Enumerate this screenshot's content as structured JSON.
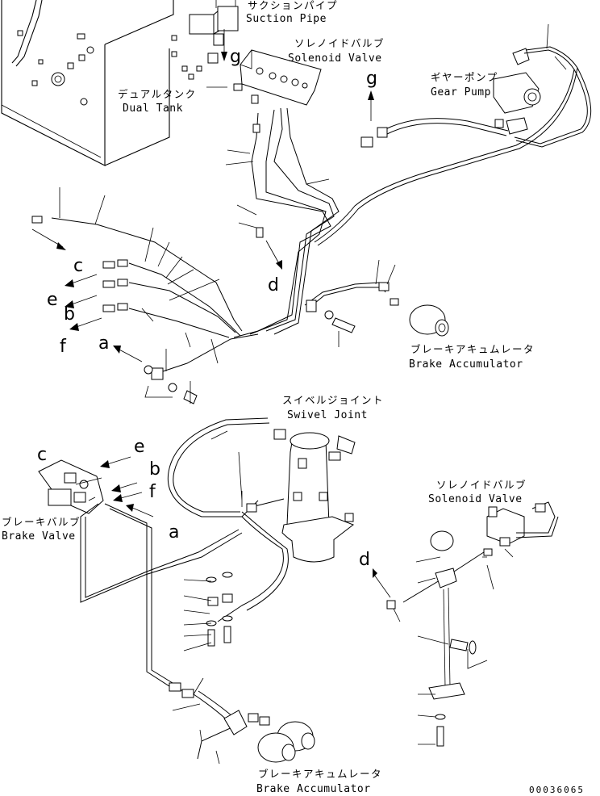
{
  "labels": {
    "suction_pipe_jp": "サクションパイプ",
    "suction_pipe_en": "Suction Pipe",
    "solenoid_valve_top_jp": "ソレノイドバルブ",
    "solenoid_valve_top_en": "Solenoid Valve",
    "gear_pump_jp": "ギヤーポンプ",
    "gear_pump_en": "Gear Pump",
    "dual_tank_jp": "デュアルタンク",
    "dual_tank_en": "Dual Tank",
    "brake_accumulator_top_jp": "ブレーキアキュムレータ",
    "brake_accumulator_top_en": "Brake Accumulator",
    "swivel_joint_jp": "スイベルジョイント",
    "swivel_joint_en": "Swivel Joint",
    "solenoid_valve_bottom_jp": "ソレノイドバルブ",
    "solenoid_valve_bottom_en": "Solenoid Valve",
    "brake_valve_jp": "ブレーキバルブ",
    "brake_valve_en": "Brake Valve",
    "brake_accumulator_bottom_jp": "ブレーキアキュムレータ",
    "brake_accumulator_bottom_en": "Brake Accumulator",
    "drawing_code": "00036065"
  },
  "connection_letters": {
    "g_top": "g",
    "g_pump": "g",
    "c_top": "c",
    "e_top": "e",
    "b_top": "b",
    "f_top": "f",
    "a_top": "a",
    "d_top": "d",
    "c_bottom": "c",
    "e_bottom": "e",
    "b_bottom": "b",
    "f_bottom": "f",
    "a_bottom": "a",
    "d_bottom": "d"
  }
}
